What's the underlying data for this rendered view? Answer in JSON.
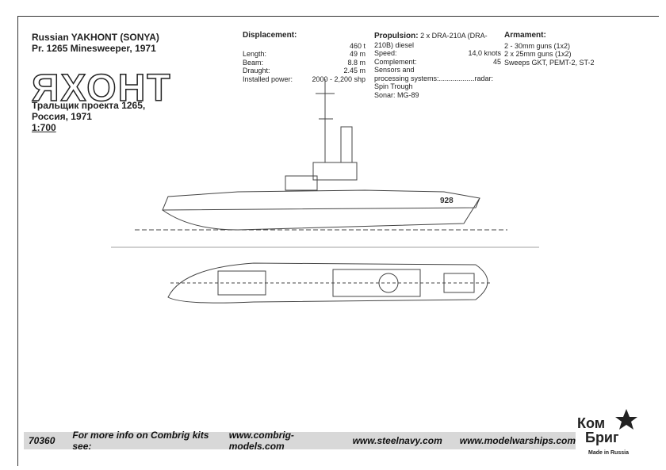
{
  "header": {
    "line1": "Russian YAKHONT (SONYA)",
    "line2": "Pr. 1265 Minesweeper, 1971",
    "big_title": "ЯХОНТ",
    "ru1": "Тральщик проекта 1265,",
    "ru2": "Россия, 1971",
    "scale": "1:700"
  },
  "displacement": {
    "title": "Displacement:",
    "rows": [
      {
        "k": "",
        "v": "460 t"
      },
      {
        "k": "Length:",
        "v": "49 m"
      },
      {
        "k": "Beam:",
        "v": "8.8 m"
      },
      {
        "k": "Draught:",
        "v": "2.45 m"
      },
      {
        "k": "Installed power:",
        "v": "2000 - 2,200 shp"
      }
    ]
  },
  "propulsion": {
    "title": "Propulsion:",
    "value": "2 x DRA-210A (DRA-210B) diesel",
    "speed_k": "Speed:",
    "speed_v": "14,0 knots",
    "comp_k": "Complement:",
    "comp_v": "45",
    "sensors1": "Sensors and",
    "sensors2": "processing systems:..................radar: Spin Trough",
    "sonar": "Sonar: MG-89"
  },
  "armament": {
    "title": "Armament:",
    "l1": "2 - 30mm guns (1x2)",
    "l2": "2 x 25mm guns (1x2)",
    "l3": "Sweeps GKT, PEMT-2, ST-2"
  },
  "hull_number": "928",
  "footer": {
    "code": "70360",
    "more": "For more info on Combrig kits see:",
    "site1": "www.combrig-models.com",
    "site2": "www.steelnavy.com",
    "site3": "www.modelwarships.com"
  },
  "logo": {
    "l1": "Ком",
    "l2": "Бриг",
    "made": "Made in Russia"
  }
}
